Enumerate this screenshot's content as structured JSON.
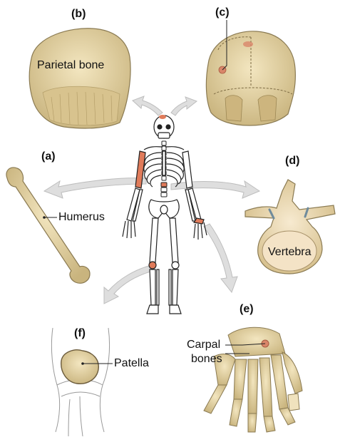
{
  "panels": {
    "a": "(a)",
    "b": "(b)",
    "c": "(c)",
    "d": "(d)",
    "e": "(e)",
    "f": "(f)"
  },
  "bones": {
    "parietal": "Parietal bone",
    "humerus": "Humerus",
    "vertebra": "Vertebra",
    "carpal_line1": "Carpal",
    "carpal_line2": "bones",
    "patella": "Patella"
  },
  "colors": {
    "bone": "#e8d7a6",
    "bone_shadow": "#c9b47e",
    "highlight": "#e07b5a",
    "arrow": "#dcdcdc",
    "outline": "#222222"
  }
}
